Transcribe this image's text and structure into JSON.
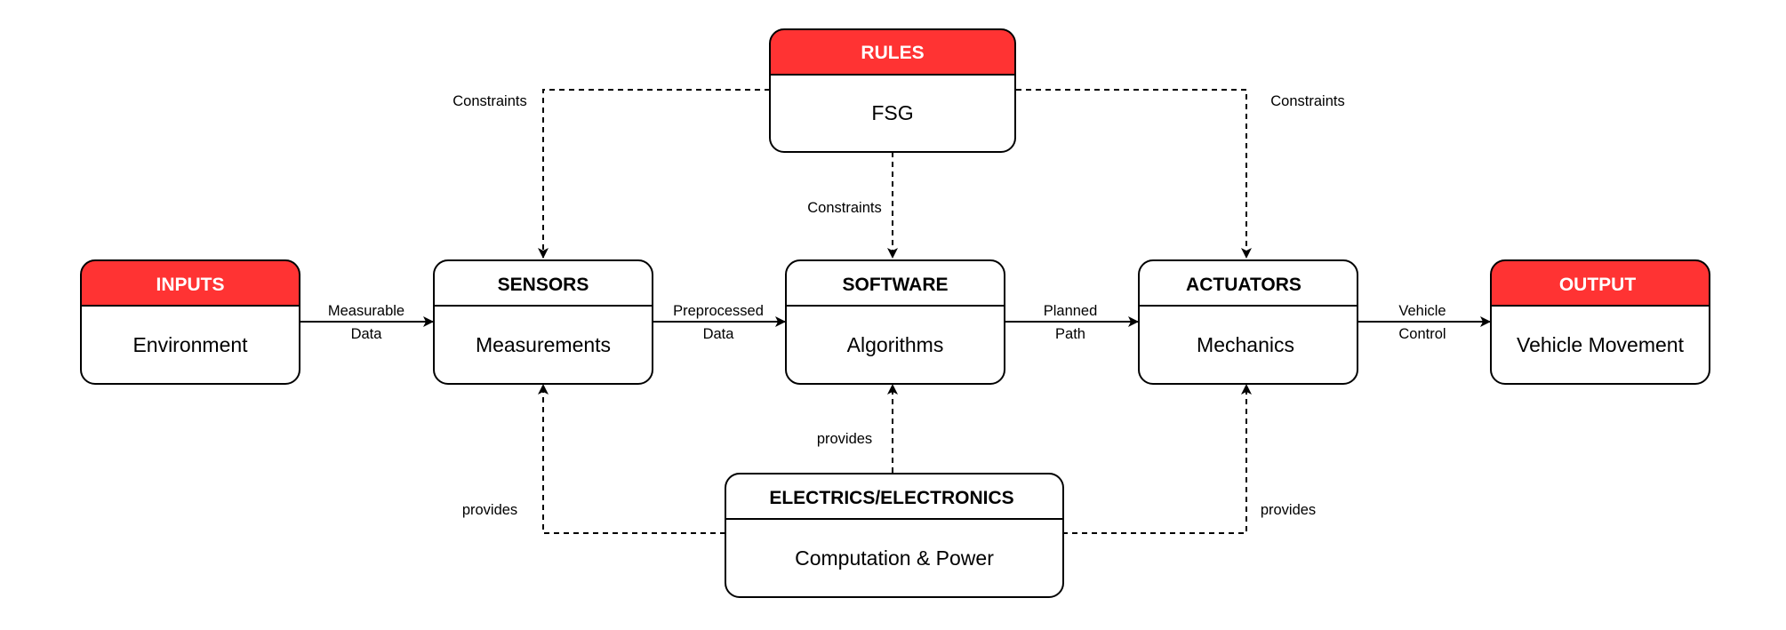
{
  "colors": {
    "highlight_header": "#ff3333",
    "header_text_highlight": "#ffffff",
    "header_text_plain": "#000000",
    "stroke": "#000000",
    "background": "#ffffff"
  },
  "nodes": {
    "rules": {
      "header": "RULES",
      "body": "FSG",
      "highlight": true
    },
    "inputs": {
      "header": "INPUTS",
      "body": "Environment",
      "highlight": true
    },
    "sensors": {
      "header": "SENSORS",
      "body": "Measurements",
      "highlight": false
    },
    "software": {
      "header": "SOFTWARE",
      "body": "Algorithms",
      "highlight": false
    },
    "actuators": {
      "header": "ACTUATORS",
      "body": "Mechanics",
      "highlight": false
    },
    "output": {
      "header": "OUTPUT",
      "body": "Vehicle Movement",
      "highlight": true
    },
    "electrics": {
      "header": "ELECTRICS/ELECTRONICS",
      "body": "Computation & Power",
      "highlight": false
    }
  },
  "edges": {
    "inputs_to_sensors": {
      "line1": "Measurable",
      "line2": "Data"
    },
    "sensors_to_software": {
      "line1": "Preprocessed",
      "line2": "Data"
    },
    "software_to_actuators": {
      "line1": "Planned",
      "line2": "Path"
    },
    "actuators_to_output": {
      "line1": "Vehicle",
      "line2": "Control"
    },
    "rules_to_sensors": {
      "label": "Constraints"
    },
    "rules_to_software": {
      "label": "Constraints"
    },
    "rules_to_actuators": {
      "label": "Constraints"
    },
    "electrics_to_sensors": {
      "label": "provides"
    },
    "electrics_to_software": {
      "label": "provides"
    },
    "electrics_to_actuators": {
      "label": "provides"
    }
  }
}
